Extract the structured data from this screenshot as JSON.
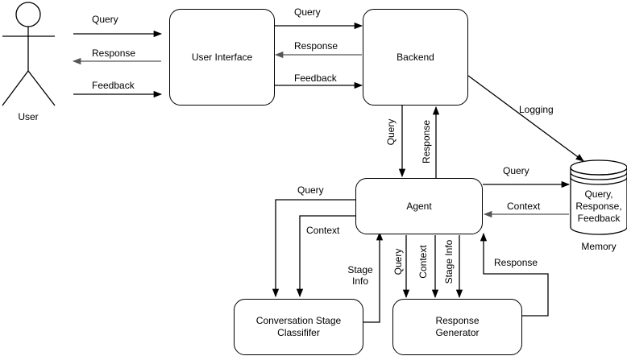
{
  "actor": {
    "label": "User"
  },
  "nodes": {
    "user_interface": "User Interface",
    "backend": "Backend",
    "agent": "Agent",
    "classifier_line1": "Conversation Stage",
    "classifier_line2": "Classififer",
    "generator_line1": "Response",
    "generator_line2": "Generator",
    "memory_line1": "Query,",
    "memory_line2": "Response,",
    "memory_line3": "Feedback",
    "memory_caption": "Memory"
  },
  "edges": {
    "user_ui_query": "Query",
    "ui_user_response": "Response",
    "user_ui_feedback": "Feedback",
    "ui_backend_query": "Query",
    "backend_ui_response": "Response",
    "ui_backend_feedback": "Feedback",
    "backend_memory_logging": "Logging",
    "backend_agent_query": "Query",
    "agent_backend_response": "Response",
    "agent_memory_query": "Query",
    "memory_agent_context": "Context",
    "agent_classifier_query": "Query",
    "agent_classifier_context": "Context",
    "classifier_agent_stage_line1": "Stage",
    "classifier_agent_stage_line2": "Info",
    "agent_generator_query": "Query",
    "agent_generator_context": "Context",
    "agent_generator_stage_info": "Stage Info",
    "generator_agent_response": "Response"
  },
  "colors": {
    "stroke": "#000000",
    "return_arrow": "#555555",
    "background": "#ffffff"
  }
}
